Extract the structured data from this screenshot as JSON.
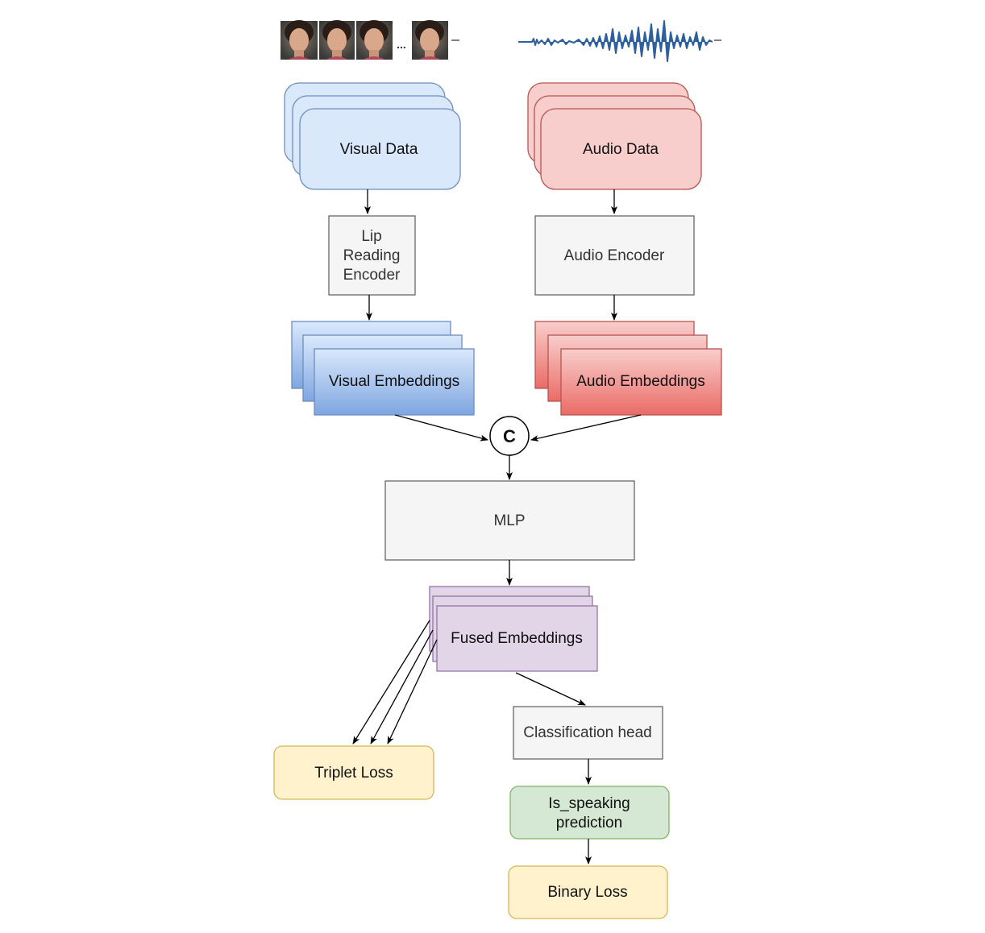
{
  "inputs": {
    "video_frames_ellipsis": "...",
    "audio_waveform_icon": "waveform-icon"
  },
  "nodes": {
    "visual_data": "Visual Data",
    "audio_data": "Audio Data",
    "lip_reading_encoder": [
      "Lip",
      "Reading",
      "Encoder"
    ],
    "audio_encoder": "Audio Encoder",
    "visual_embeddings": "Visual Embeddings",
    "audio_embeddings": "Audio Embeddings",
    "concat": "C",
    "mlp": "MLP",
    "fused_embeddings": "Fused Embeddings",
    "classification_head": "Classification head",
    "triplet_loss": "Triplet Loss",
    "is_speaking_prediction": [
      "Is_speaking",
      "prediction"
    ],
    "binary_loss": "Binary Loss"
  },
  "colors": {
    "visual_fill": "#dae8fc",
    "visual_stroke": "#6c8ebf",
    "audio_fill": "#f8cecc",
    "audio_stroke": "#b85450",
    "encoder_fill": "#f5f5f5",
    "encoder_stroke": "#666666",
    "fused_fill": "#e1d5e7",
    "fused_stroke": "#9673a6",
    "loss_fill": "#fff2cc",
    "loss_stroke": "#d6b656",
    "prediction_fill": "#d5e8d4",
    "prediction_stroke": "#82b366"
  }
}
